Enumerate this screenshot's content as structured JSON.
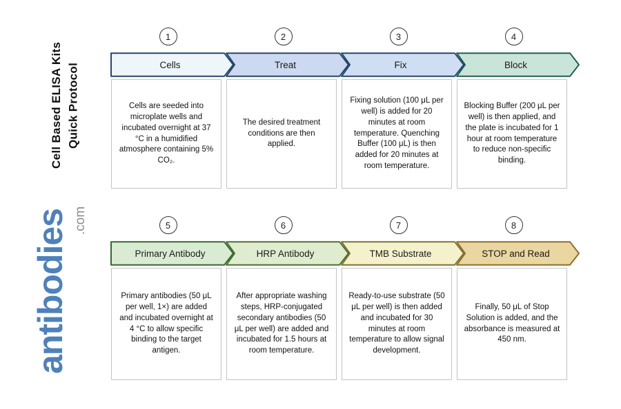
{
  "sidebar": {
    "title_line1": "Cell Based ELISA Kits",
    "title_line2": "Quick Protocol",
    "brand_name": "antibodies",
    "brand_suffix": ".com",
    "brand_color": "#4e81ba"
  },
  "steps": [
    {
      "number": "1",
      "title": "Cells",
      "description": "Cells are seeded into microplate wells and incubated overnight at 37 °C in a humidified atmosphere containing 5% CO₂.",
      "colors": {
        "fill": "#eef6fb",
        "stroke": "#24476b"
      }
    },
    {
      "number": "2",
      "title": "Treat",
      "description": "The desired treatment conditions are then applied.",
      "colors": {
        "fill": "#ccd9f1",
        "stroke": "#24476b"
      }
    },
    {
      "number": "3",
      "title": "Fix",
      "description": "Fixing solution (100 μL per well) is added for 20 minutes at room temperature. Quenching Buffer (100 μL) is then added for 20 minutes at room temperature.",
      "colors": {
        "fill": "#d0def3",
        "stroke": "#24476b"
      }
    },
    {
      "number": "4",
      "title": "Block",
      "description": "Blocking Buffer (200 μL per well) is then applied, and the plate is incubated for 1 hour at room temperature to reduce non-specific binding.",
      "colors": {
        "fill": "#c9e5da",
        "stroke": "#1f5e52"
      }
    },
    {
      "number": "5",
      "title": "Primary Antibody",
      "description": "Primary antibodies (50 μL per well, 1×) are added and incubated overnight at 4 °C to allow specific binding to the target antigen.",
      "colors": {
        "fill": "#d9ecd3",
        "stroke": "#35682c"
      }
    },
    {
      "number": "6",
      "title": "HRP Antibody",
      "description": "After appropriate washing steps, HRP-conjugated secondary antibodies (50 μL per well) are added and incubated for 1.5 hours at room temperature.",
      "colors": {
        "fill": "#dfeccf",
        "stroke": "#4c7030"
      }
    },
    {
      "number": "7",
      "title": "TMB Substrate",
      "description": "Ready-to-use substrate (50 μL per well) is then added and incubated for 30 minutes at room temperature to allow signal development.",
      "colors": {
        "fill": "#f6f1cd",
        "stroke": "#7a7430"
      }
    },
    {
      "number": "8",
      "title": "STOP and Read",
      "description": "Finally, 50 μL of Stop Solution is added, and the absorbance is measured at 450 nm.",
      "colors": {
        "fill": "#e9d6a1",
        "stroke": "#8f6f2a"
      }
    }
  ]
}
